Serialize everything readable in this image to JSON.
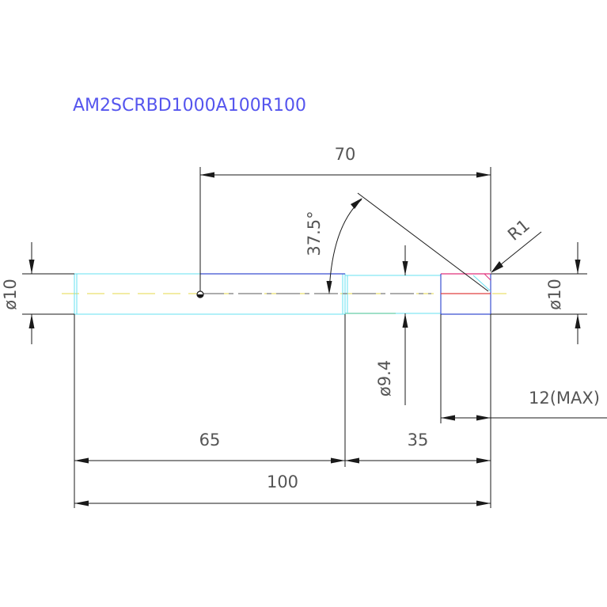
{
  "drawing": {
    "part_number": "AM2SCRBD1000A100R100",
    "dimensions": {
      "length_70": "70",
      "angle": "37.5°",
      "radius": "R1",
      "dia_left": "ø10",
      "dia_right": "ø10",
      "dia_neck": "ø9.4",
      "max_12": "12(MAX)",
      "length_65": "65",
      "length_35": "35",
      "length_100": "100"
    }
  },
  "colors": {
    "part_number": "#5555ee",
    "body_outline": "#66e0f0",
    "dimension_lines": "#1a1a1a",
    "centerline": "#e6d84a",
    "tip_top": "#e0307a",
    "tip_mid": "#e04040",
    "tip_bottom": "#3a4fd0",
    "shaft_top": "#3a4fd0"
  }
}
